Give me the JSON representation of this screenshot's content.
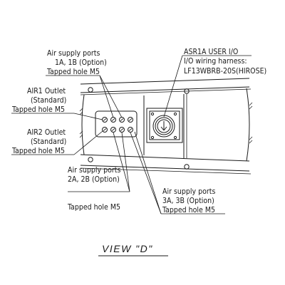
{
  "labels": {
    "air_supply_1": {
      "line1": "Air supply ports",
      "line2": "1A, 1B (Option)",
      "line3": "Tapped hole M5"
    },
    "air1_outlet": {
      "line1": "AIR1 Outlet",
      "line2": "(Standard)",
      "line3": "Tapped hole M5"
    },
    "air2_outlet": {
      "line1": "AIR2 Outlet",
      "line2": "(Standard)",
      "line3": "Tapped hole M5"
    },
    "user_io": {
      "line1": "ASR1A USER I/O",
      "line2": "I/O wiring harness:",
      "line3": "LF13WBRB-20S(HIROSE)"
    },
    "air_supply_2": {
      "line1": "Air supply ports",
      "line2": "2A, 2B (Option)",
      "line3": "Tapped hole M5"
    },
    "air_supply_3": {
      "line1": "Air supply ports",
      "line2": "3A, 3B (Option)",
      "line3": "Tapped hole M5"
    }
  },
  "view_title": "VIEW \"D\""
}
